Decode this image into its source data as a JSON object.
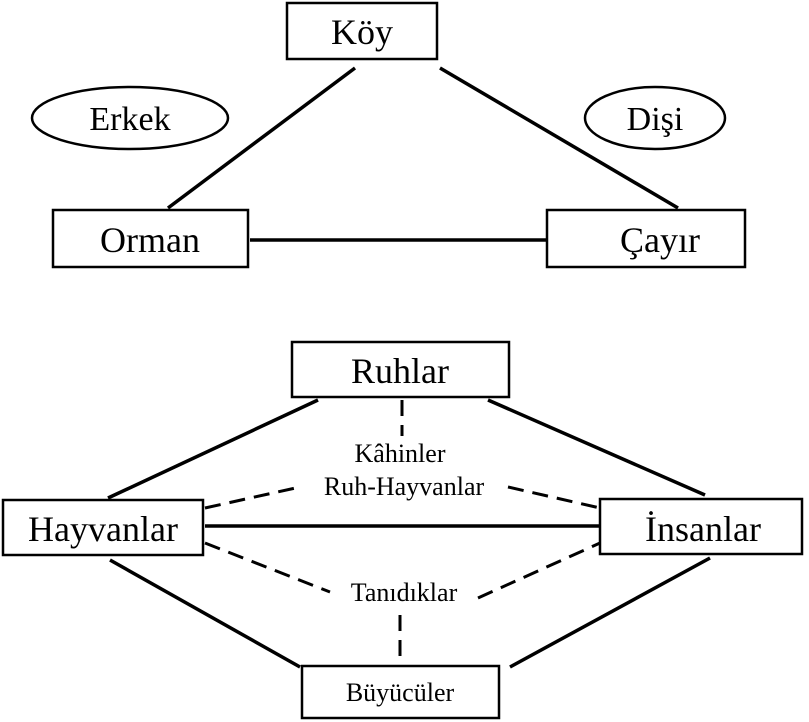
{
  "top_diagram": {
    "nodes": {
      "koy": "Köy",
      "orman": "Orman",
      "cayir": "Çayır"
    },
    "ovals": {
      "erkek": "Erkek",
      "disi": "Dişi"
    }
  },
  "bottom_diagram": {
    "nodes": {
      "ruhlar": "Ruhlar",
      "hayvanlar": "Hayvanlar",
      "insanlar": "İnsanlar",
      "buyuculer": "Büyücüler"
    },
    "labels": {
      "kahinler": "Kâhinler",
      "ruh_hayvanlar": "Ruh-Hayvanlar",
      "tanidiklar": "Tanıdıklar"
    }
  },
  "colors": {
    "ink": "#000000",
    "paper": "#ffffff"
  }
}
